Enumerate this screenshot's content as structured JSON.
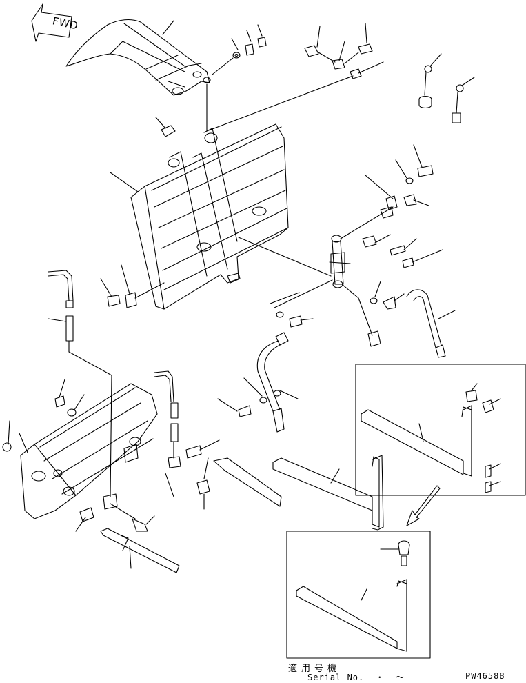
{
  "direction_label": "FWD",
  "serial_heading_jp": "適用号機",
  "serial_no_text": "Serial No.  ・  ～",
  "drawing_code": "PW46588",
  "colors": {
    "line": "#000000",
    "background": "#ffffff"
  }
}
